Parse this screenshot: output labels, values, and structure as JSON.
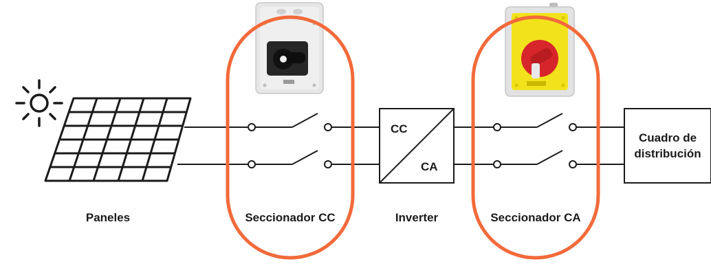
{
  "labels": {
    "panels": "Paneles",
    "dc_disconnector": "Seccionador CC",
    "inverter": "Inverter",
    "ac_disconnector": "Seccionador CA",
    "panel_board_line1": "Cuadro de",
    "panel_board_line2": "distribución"
  },
  "inverter": {
    "input_label": "CC",
    "output_label": "CA"
  },
  "colors": {
    "highlight": "#F26A3A",
    "line": "#1A1A1A",
    "dc_switch_body": "#E6E6E6",
    "dc_switch_knob": "#1C1C1C",
    "ac_switch_body": "#F2E21C",
    "ac_switch_knob": "#D7262B"
  },
  "icons": [
    "sun-icon",
    "solar-panel-icon",
    "dc-switch-photo",
    "ac-switch-photo"
  ]
}
